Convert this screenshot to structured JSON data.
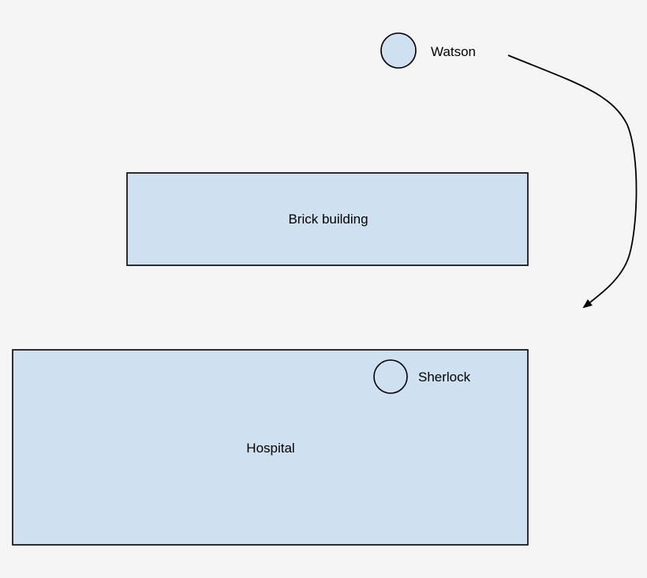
{
  "diagram": {
    "nodes": {
      "watson": {
        "label": "Watson",
        "shape": "circle"
      },
      "brick_building": {
        "label": "Brick building",
        "shape": "rectangle"
      },
      "hospital": {
        "label": "Hospital",
        "shape": "rectangle"
      },
      "sherlock": {
        "label": "Sherlock",
        "shape": "circle"
      }
    },
    "edges": [
      {
        "from": "watson",
        "toward": "gap-right-of-buildings",
        "style": "curved-arrow"
      }
    ],
    "colors": {
      "background": "#f5f5f5",
      "fill": "#cfe0f1",
      "stroke": "#000000"
    }
  }
}
